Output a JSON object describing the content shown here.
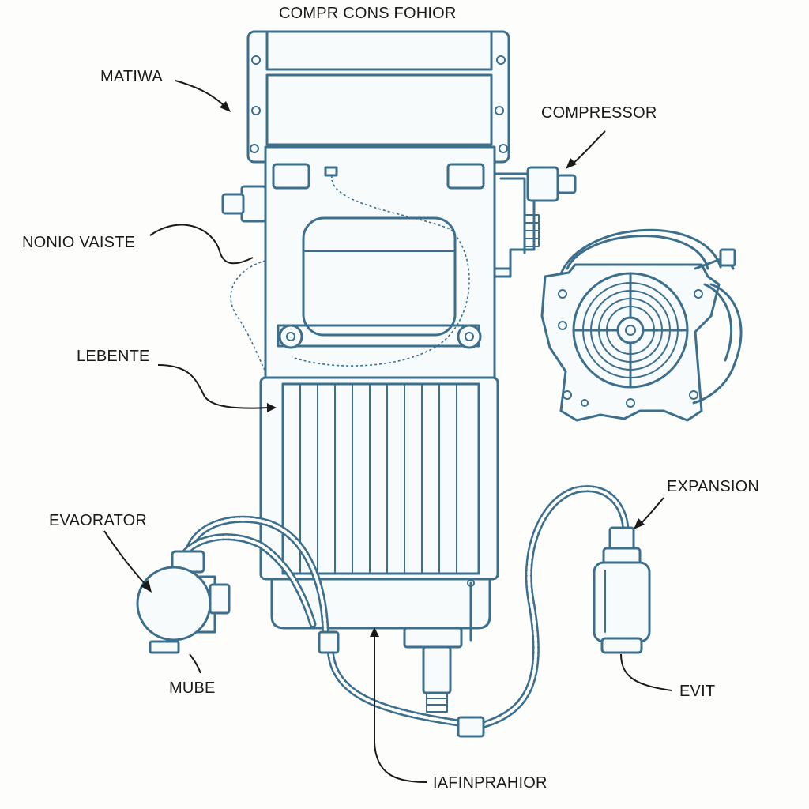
{
  "title": "COMPR CONS FOHIOR",
  "labels": {
    "matiwa": "MATIWA",
    "compressor": "COMPRESSOR",
    "nonio_vaiste": "NONIO VAISTE",
    "lebente": "LEBENTE",
    "evaorator": "EVAORATOR",
    "expansion": "EXPANSION",
    "mube": "MUBE",
    "evit": "EVIT",
    "iafinprahior": "IAFINPRAHIOR"
  },
  "colors": {
    "line": "#3c6f8c",
    "text": "#1a1a1a",
    "background": "#fdfdfc"
  }
}
